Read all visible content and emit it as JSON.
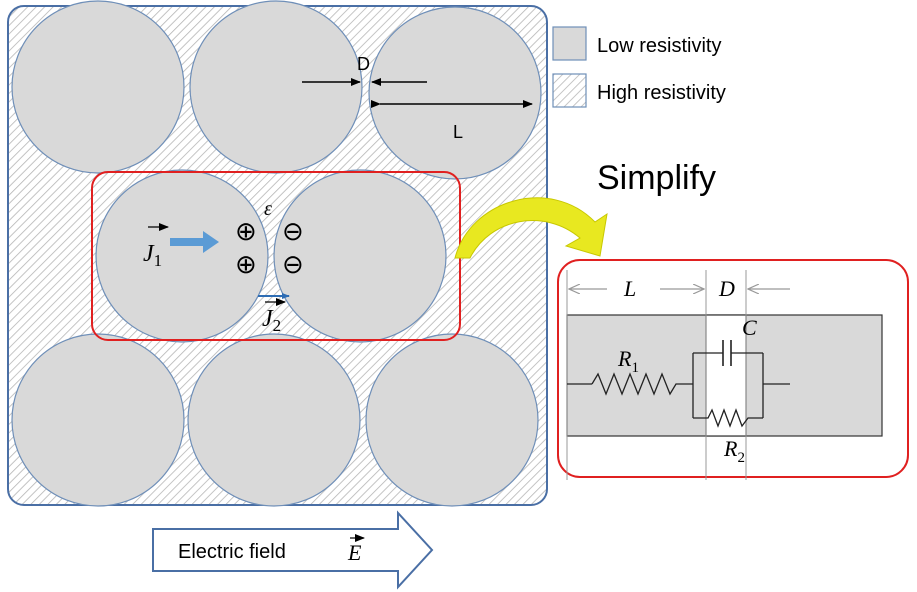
{
  "legend": {
    "low_label": "Low resistivity",
    "high_label": "High resistivity"
  },
  "labels": {
    "gap_D": "D",
    "size_L": "L",
    "simplify": "Simplify",
    "epsilon": "ε",
    "J1_base": "J",
    "J1_sub": "1",
    "J2_base": "J",
    "J2_sub": "2",
    "plus": "⊕",
    "minus": "⊖",
    "field_text": "Electric field",
    "field_sym": "E"
  },
  "circuit": {
    "L": "L",
    "D": "D",
    "C": "C",
    "R1_base": "R",
    "R1_sub": "1",
    "R2_base": "R",
    "R2_sub": "2"
  },
  "colors": {
    "grain_fill": "#d9d9d9",
    "grain_stroke": "#6f8fb8",
    "outer_border": "#4a6fa5",
    "highlight": "#e02020",
    "current_arrow": "#5b9bd5",
    "simplify_arrow": "#e8e820"
  }
}
